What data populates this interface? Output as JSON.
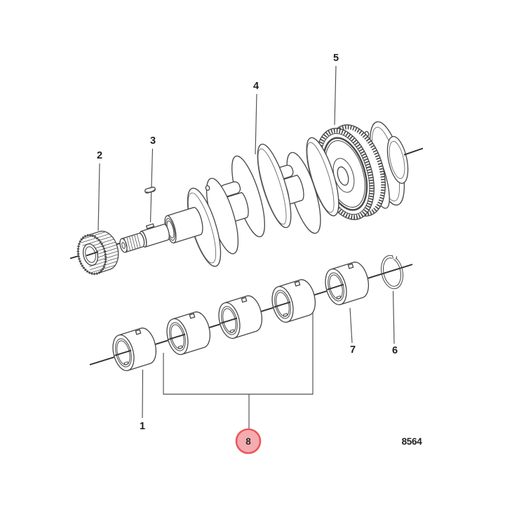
{
  "diagram": {
    "description": "exploded-parts-diagram-crankshaft",
    "drawing_number": "8564",
    "background_color": "#ffffff",
    "line_color": "#454545",
    "highlight": {
      "fill": "#f5acb0",
      "border": "#ea585e"
    },
    "highlighted_callout": "8",
    "callouts": {
      "c1": "1",
      "c2": "2",
      "c3": "3",
      "c4": "4",
      "c5": "5",
      "c6": "6",
      "c7": "7",
      "c8": "8"
    }
  }
}
